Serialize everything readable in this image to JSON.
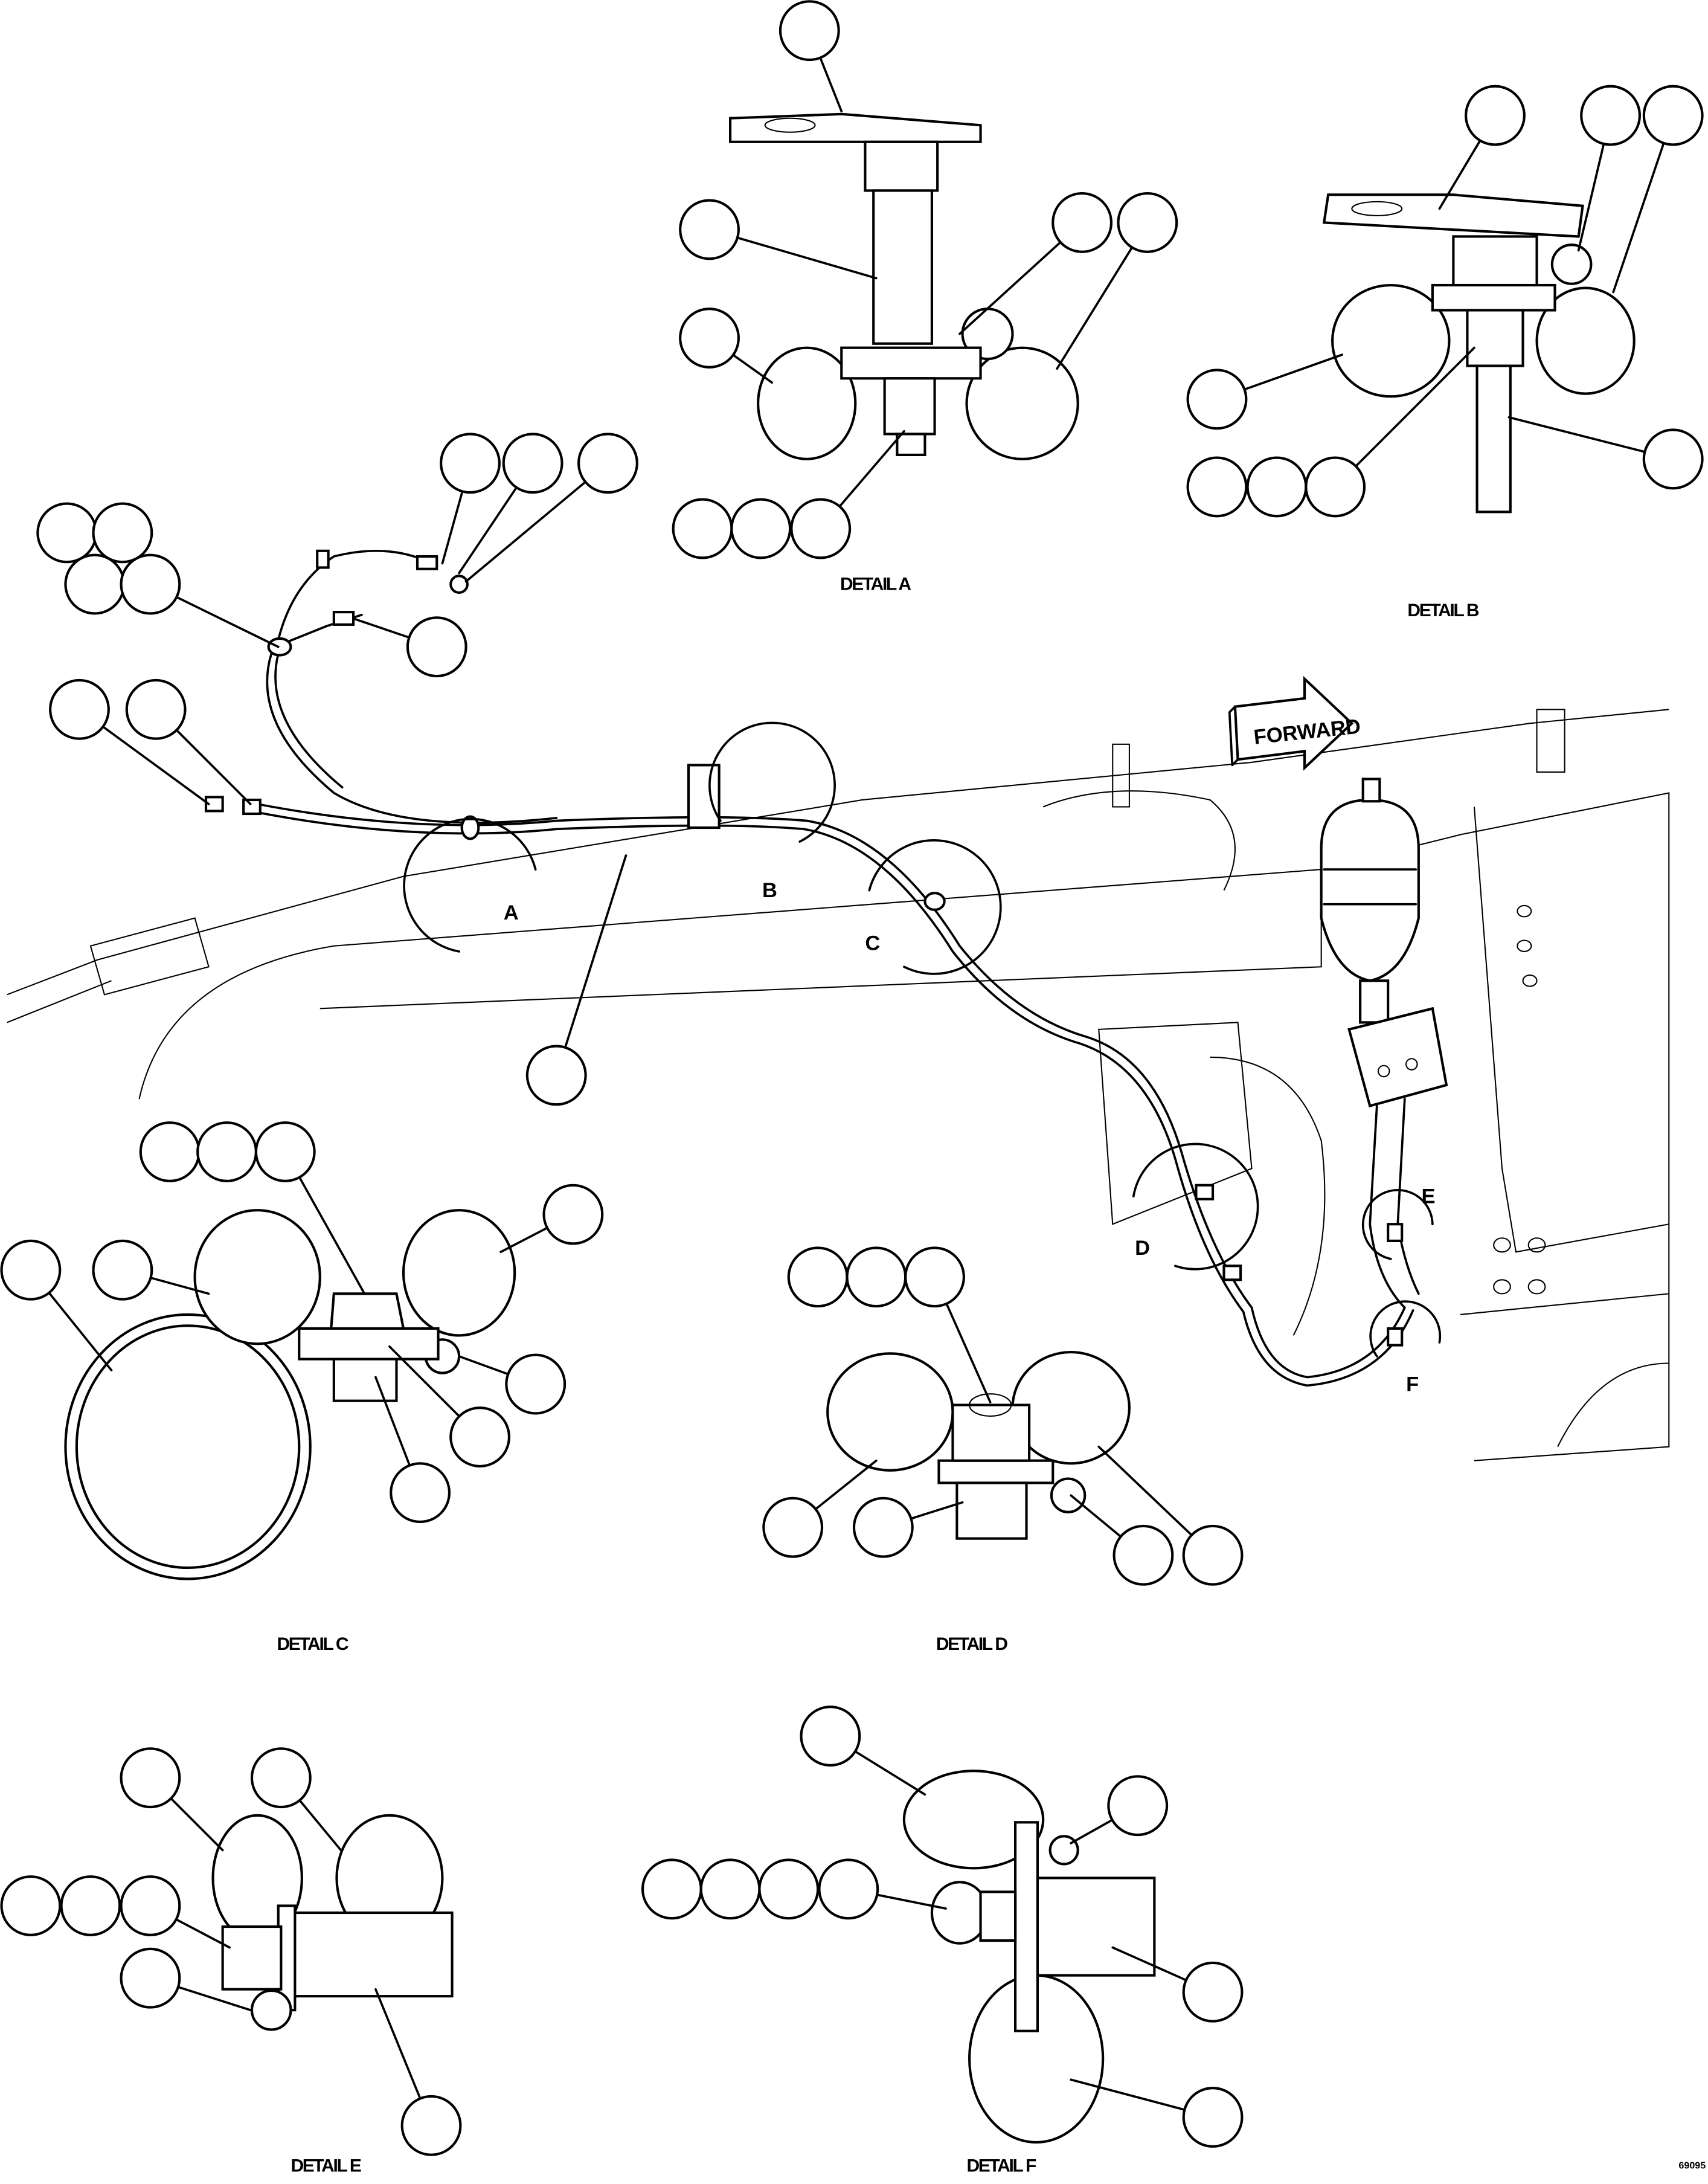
{
  "direction_arrow": {
    "label": "FORWARD",
    "icon": "forward-arrow-icon"
  },
  "callout_letters": [
    "A",
    "B",
    "C",
    "D",
    "E",
    "F"
  ],
  "details": [
    {
      "id": "A",
      "title": "DETAIL A"
    },
    {
      "id": "B",
      "title": "DETAIL B"
    },
    {
      "id": "C",
      "title": "DETAIL C"
    },
    {
      "id": "D",
      "title": "DETAIL D"
    },
    {
      "id": "E",
      "title": "DETAIL E"
    },
    {
      "id": "F",
      "title": "DETAIL F"
    }
  ],
  "figure_code": "69095",
  "colors": {
    "line": "#000000",
    "background": "#ffffff"
  }
}
